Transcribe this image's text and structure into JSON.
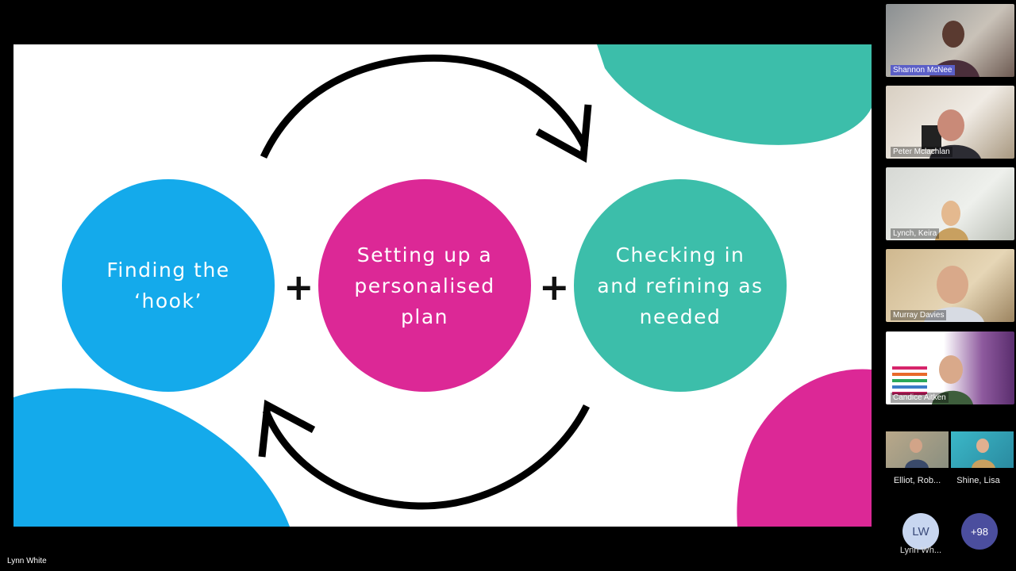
{
  "slide": {
    "circles": [
      {
        "label": "Finding the\n‘hook’",
        "color": "#14aaeb"
      },
      {
        "label": "Setting up a\npersonalised\nplan",
        "color": "#dc2896"
      },
      {
        "label": "Checking in\nand refining as\nneeded",
        "color": "#3cbeaa"
      }
    ],
    "plus_symbol": "+"
  },
  "participants": [
    {
      "name": "Shannon McNee"
    },
    {
      "name": "Peter Mclachlan"
    },
    {
      "name": "Lynch, Keira"
    },
    {
      "name": "Murray Davies"
    },
    {
      "name": "Candice Aitken"
    }
  ],
  "small_participants": [
    {
      "name": "Elliot, Rob..."
    },
    {
      "name": "Shine, Lisa"
    }
  ],
  "self_view": {
    "initials": "LW",
    "name": "Lynn Wh..."
  },
  "more_count": "+98",
  "presenter_name": "Lynn White"
}
